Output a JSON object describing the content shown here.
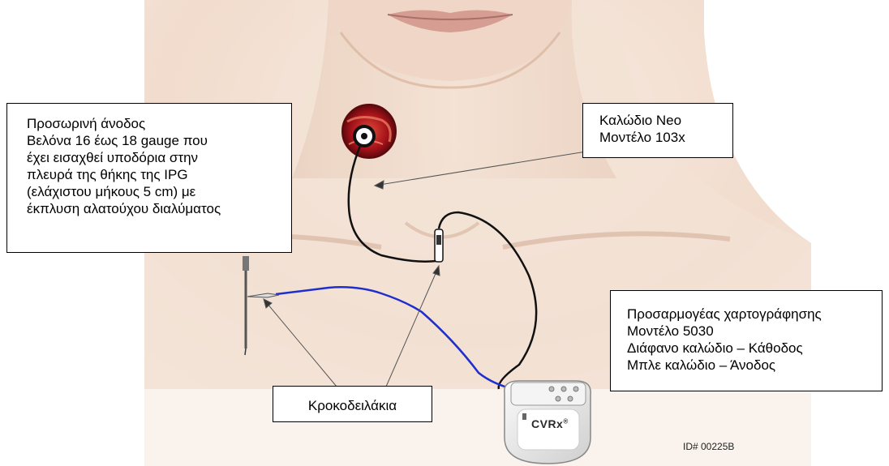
{
  "callouts": {
    "temporary_anode": {
      "lines": [
        "Προσωρινή άνοδος",
        "Βελόνα 16 έως 18 gauge που",
        "έχει εισαχθεί υποδόρια στην",
        "πλευρά της θήκης της IPG",
        "(ελάχιστου μήκους 5 cm) με",
        "έκπλυση αλατούχου διαλύματος"
      ]
    },
    "lead": {
      "lines": [
        "Καλώδιο Neo",
        "Μοντέλο 103x"
      ]
    },
    "mapping_adapter": {
      "lines": [
        "Προσαρμογέας χαρτογράφησης",
        "Μοντέλο 5030",
        "Διάφανο καλώδιο – Κάθοδος",
        "Μπλε καλώδιο – Άνοδος"
      ]
    },
    "alligator_clips": {
      "label": "Κροκοδειλάκια"
    }
  },
  "device": {
    "logo": "CVRx",
    "logo_mark": "®"
  },
  "figure_id": "ID# 00225B",
  "colors": {
    "skin_light": "#f6e6d9",
    "skin_dark": "#ddb9a3",
    "anode_wire": "#1f2ecc",
    "lead_wire": "#111111",
    "artery": "#b3141c"
  }
}
